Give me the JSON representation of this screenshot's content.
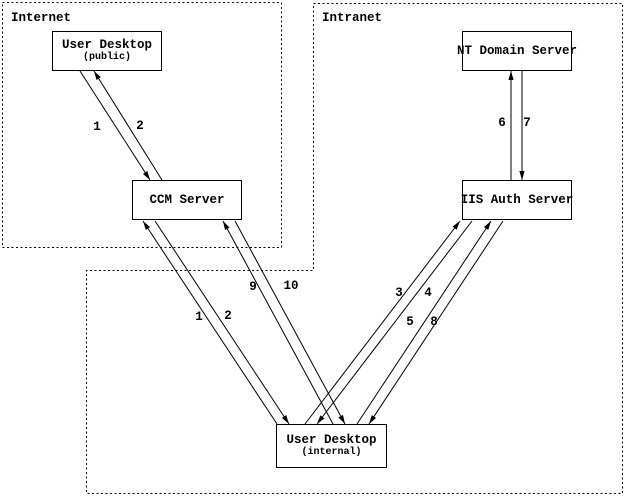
{
  "diagram": {
    "colors": {
      "background": "#ffffff",
      "line": "#000000",
      "text": "#000000"
    },
    "zones": [
      {
        "label": "Internet"
      },
      {
        "label": "Intranet"
      }
    ],
    "nodes": [
      {
        "title": "User Desktop",
        "subtitle": "(public)"
      },
      {
        "title": "CCM Server"
      },
      {
        "title": "NT Domain Server"
      },
      {
        "title": "IIS Auth Server"
      },
      {
        "title": "User Desktop",
        "subtitle": "(internal)"
      }
    ],
    "arrow_labels": [
      {
        "text": "1"
      },
      {
        "text": "2"
      },
      {
        "text": "6"
      },
      {
        "text": "7"
      },
      {
        "text": "9"
      },
      {
        "text": "10"
      },
      {
        "text": "1"
      },
      {
        "text": "2"
      },
      {
        "text": "3"
      },
      {
        "text": "4"
      },
      {
        "text": "5"
      },
      {
        "text": "8"
      }
    ]
  }
}
